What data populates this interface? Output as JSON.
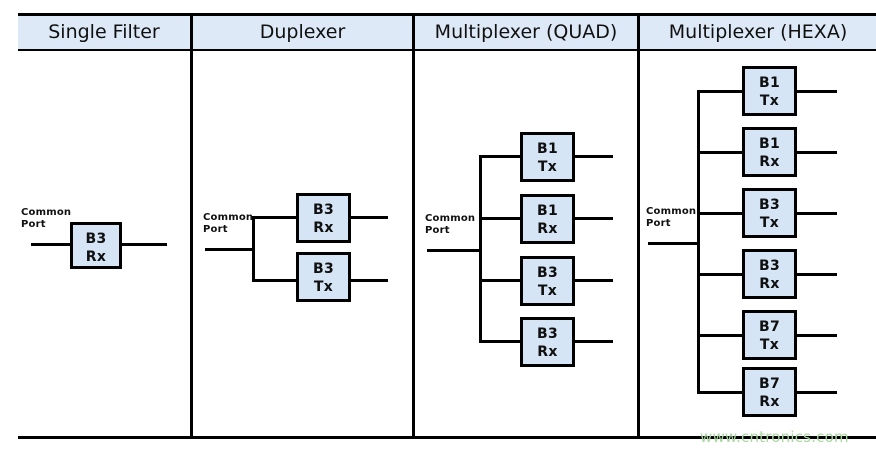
{
  "figure": {
    "watermark": "www.cntronics.com",
    "common_port_label_line1": "Common",
    "common_port_label_line2": "Port",
    "colors": {
      "header_fill": "#dde9f7",
      "box_fill": "#d5e5f6",
      "line": "#000000",
      "watermark": "#a8d8a0"
    }
  },
  "columns": [
    {
      "title": "Single Filter",
      "filters": [
        {
          "band": "B3",
          "direction": "Rx"
        }
      ]
    },
    {
      "title": "Duplexer",
      "filters": [
        {
          "band": "B3",
          "direction": "Rx"
        },
        {
          "band": "B3",
          "direction": "Tx"
        }
      ]
    },
    {
      "title": "Multiplexer (QUAD)",
      "filters": [
        {
          "band": "B1",
          "direction": "Tx"
        },
        {
          "band": "B1",
          "direction": "Rx"
        },
        {
          "band": "B3",
          "direction": "Tx"
        },
        {
          "band": "B3",
          "direction": "Rx"
        }
      ]
    },
    {
      "title": "Multiplexer (HEXA)",
      "filters": [
        {
          "band": "B1",
          "direction": "Tx"
        },
        {
          "band": "B1",
          "direction": "Rx"
        },
        {
          "band": "B3",
          "direction": "Tx"
        },
        {
          "band": "B3",
          "direction": "Rx"
        },
        {
          "band": "B7",
          "direction": "Tx"
        },
        {
          "band": "B7",
          "direction": "Rx"
        }
      ]
    }
  ]
}
